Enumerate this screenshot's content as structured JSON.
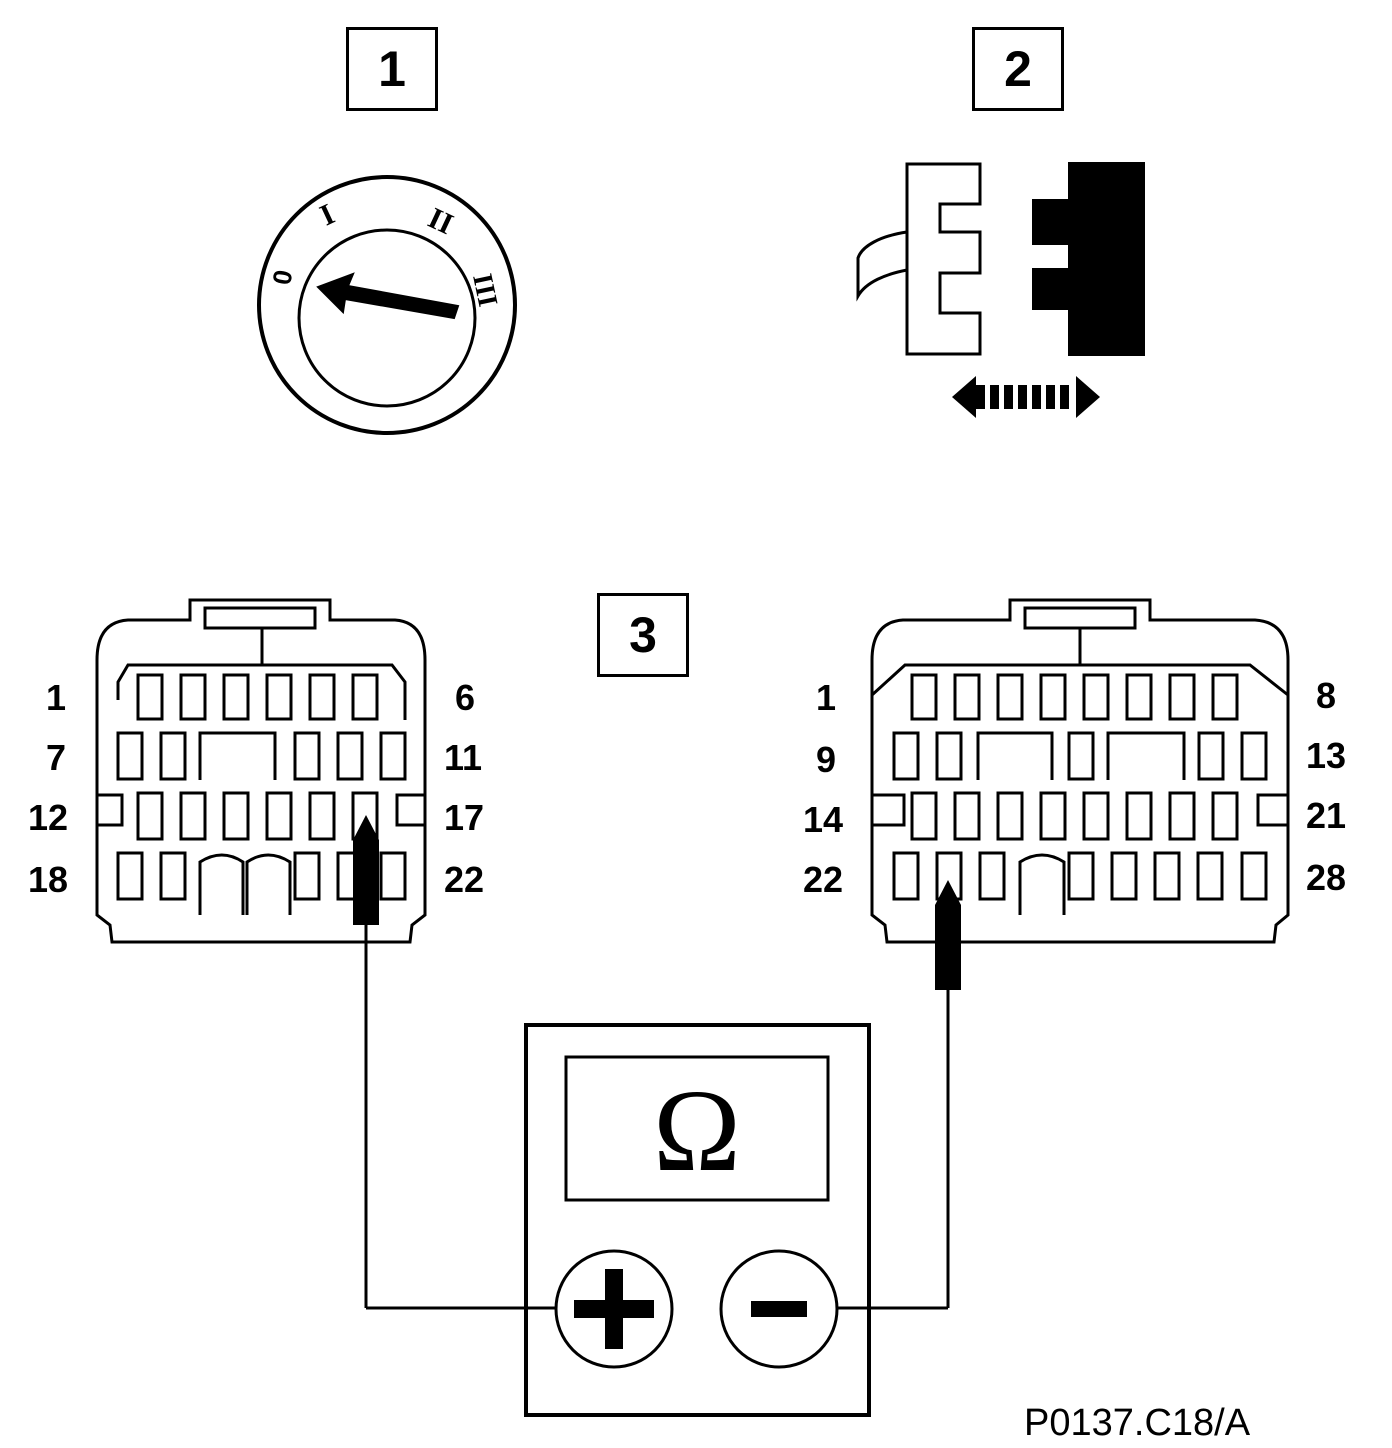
{
  "steps": [
    "1",
    "2",
    "3"
  ],
  "switch_marks": {
    "off": "0",
    "pos1": "I",
    "pos2": "II",
    "pos3": "III"
  },
  "connector_left": {
    "row_labels_left": [
      "1",
      "7",
      "12",
      "18"
    ],
    "row_labels_right": [
      "6",
      "11",
      "17",
      "22"
    ]
  },
  "connector_right": {
    "row_labels_left": [
      "1",
      "9",
      "14",
      "22"
    ],
    "row_labels_right": [
      "8",
      "13",
      "21",
      "28"
    ]
  },
  "meter": {
    "symbol": "Ω"
  },
  "reference": "P0137.C18/A"
}
